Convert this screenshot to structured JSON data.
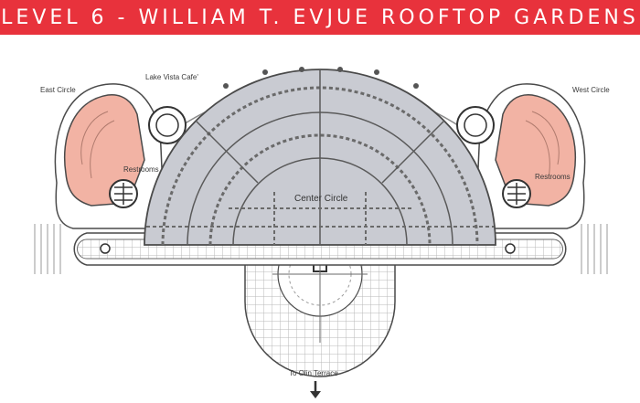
{
  "header": {
    "title": "LEVEL 6 - WILLIAM T. EVJUE ROOFTOP GARDENS",
    "background_color": "#e8323c"
  },
  "map": {
    "labels": {
      "east_circle": "East Circle",
      "lake_vista_cafe": "Lake Vista Cafe'",
      "west_circle": "West Circle",
      "restrooms_left": "Restrooms",
      "restrooms_right": "Restrooms",
      "center_circle": "Center Circle",
      "to_olin_terrace": "To Olin Terrace"
    },
    "colors": {
      "plaza_fill": "#c9cbd2",
      "garden_fill": "#f2b3a4",
      "outline": "#4a4a4a",
      "paving_line": "#bfbfbf"
    },
    "icons": {
      "direction_arrow": "arrow-down-icon"
    }
  }
}
